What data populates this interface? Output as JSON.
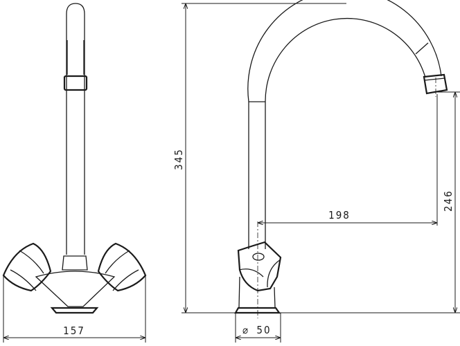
{
  "dimensions": {
    "width": "157",
    "height_total": "345",
    "spout_height": "246",
    "spout_reach": "198",
    "base_diameter": "50",
    "diameter_symbol": "⌀"
  },
  "colors": {
    "line": "#1a1a1a",
    "background": "#ffffff"
  }
}
